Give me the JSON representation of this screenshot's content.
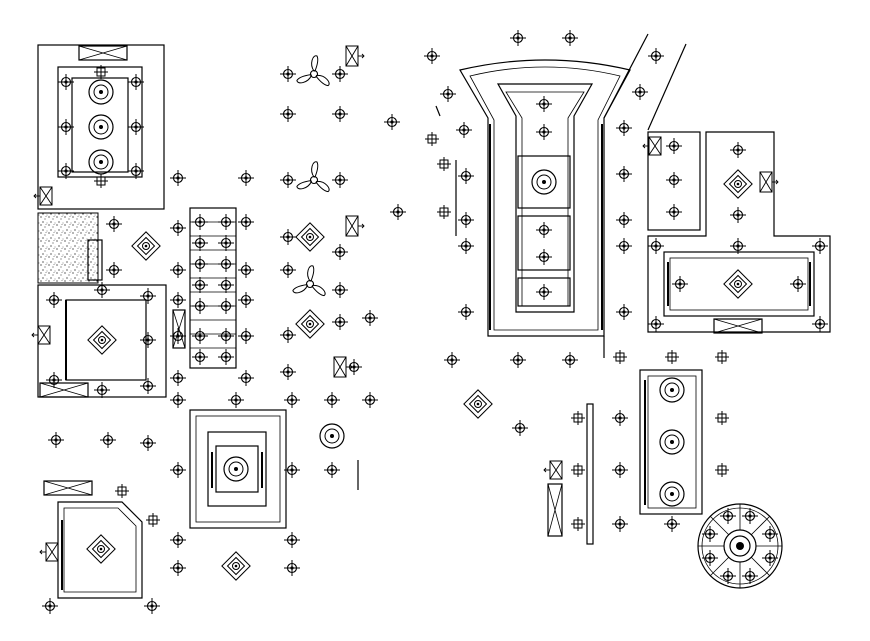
{
  "drawing": {
    "line_color": "#000000",
    "background": "#ffffff",
    "symbols": [
      "downlight",
      "chandelier",
      "ceiling-fan",
      "exhaust-fan",
      "spotlight",
      "pendant-light",
      "recessed-grid-light"
    ]
  }
}
